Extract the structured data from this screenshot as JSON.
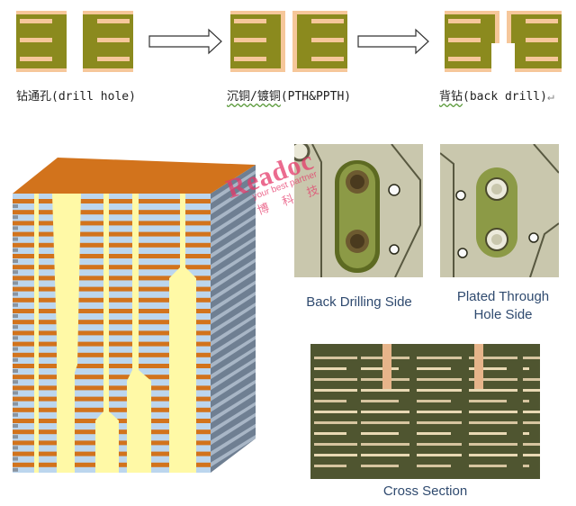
{
  "steps": [
    {
      "zh": "钻通孔",
      "en": "(drill hole)"
    },
    {
      "zh": "沉铜/镀铜",
      "en": "(PTH&PPTH)"
    },
    {
      "zh": "背钻",
      "en": "(back drill)"
    }
  ],
  "steps_trailing_mark": "↵",
  "watermark": {
    "brand": "Readoc",
    "tagline": "your best partner",
    "zh": "博 科 技"
  },
  "captions": {
    "back_drilling": "Back Drilling Side",
    "plated_line1": "Plated Through",
    "plated_line2": "Hole Side",
    "cross_section": "Cross Section"
  },
  "colors": {
    "laminate": "#8b8a1e",
    "copper_pad": "#f6c79a",
    "board_top": "#d2731c",
    "dielectric": "#bcd6ee",
    "via_fill": "#fff9a6",
    "photo_bg": "#c9c7ad",
    "cross_section_bg": "#4f5530",
    "caption_text": "#2f4a6f"
  }
}
